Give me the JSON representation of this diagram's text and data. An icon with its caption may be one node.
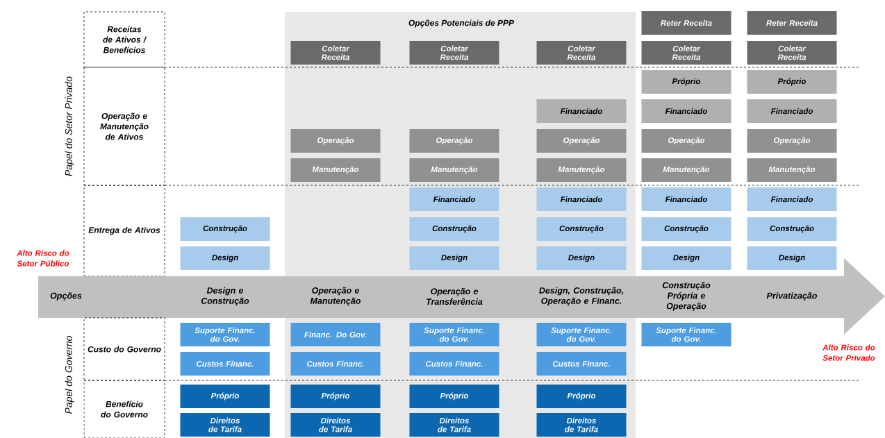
{
  "diagram": {
    "nodes": [
      {
        "text": [
          "Receitas de Ativos / Benefícios"
        ]
      },
      {
        "text": [
          "Opções Potenciais de PPP"
        ]
      },
      {
        "text": [
          "Reter Receita"
        ]
      },
      {
        "text": [
          "Reter Receita"
        ]
      },
      {
        "text": [
          "Coletar Receita"
        ],
        "in": 1
      },
      {
        "text": [
          "Coletar Receita"
        ],
        "in": 1
      },
      {
        "text": [
          "Coletar Receita"
        ],
        "in": 1
      },
      {
        "text": [
          "Coletar Receita"
        ]
      },
      {
        "text": [
          "Coletar Receita"
        ]
      },
      {
        "text": [
          "Operação e Manutenção de Ativos"
        ]
      },
      {
        "text": [
          "Próprio"
        ]
      },
      {
        "text": [
          "Próprio"
        ]
      },
      {
        "text": [
          "Financiado"
        ],
        "in": 1
      },
      {
        "text": [
          "Financiado"
        ]
      },
      {
        "text": [
          "Financiado"
        ]
      },
      {
        "text": [
          "Operação"
        ],
        "in": 1
      },
      {
        "text": [
          "Operação"
        ],
        "in": 1
      },
      {
        "text": [
          "Operação"
        ],
        "in": 1
      },
      {
        "text": [
          "Operação"
        ]
      },
      {
        "text": [
          "Operação"
        ]
      },
      {
        "text": [
          "Manutenção"
        ],
        "in": 1
      },
      {
        "text": [
          "Manutenção"
        ],
        "in": 1
      },
      {
        "text": [
          "Manutenção"
        ],
        "in": 1
      },
      {
        "text": [
          "Manutenção"
        ]
      },
      {
        "text": [
          "Manutenção"
        ]
      },
      {
        "text": [
          "Entrega de Ativos"
        ]
      },
      {
        "text": [
          "Financiado"
        ],
        "in": 1
      },
      {
        "text": [
          "Financiado"
        ],
        "in": 1
      },
      {
        "text": [
          "Financiado"
        ]
      },
      {
        "text": [
          "Financiado"
        ]
      },
      {
        "text": [
          "Construção"
        ]
      },
      {
        "text": [
          "Construção"
        ],
        "in": 1
      },
      {
        "text": [
          "Construção"
        ],
        "in": 1
      },
      {
        "text": [
          "Construção"
        ]
      },
      {
        "text": [
          "Construção"
        ]
      },
      {
        "text": [
          "Design"
        ]
      },
      {
        "text": [
          "Design"
        ],
        "in": 1
      },
      {
        "text": [
          "Design"
        ],
        "in": 1
      },
      {
        "text": [
          "Design"
        ]
      },
      {
        "text": [
          "Design"
        ]
      },
      {
        "text": [
          "Opções",
          "Design e Construção",
          "Operação e Manutenção",
          "Operação e Transferência",
          "Design, Construção, Operação e Financ.",
          "Construção Própria e Operação",
          "Privatização"
        ]
      },
      {
        "text": [
          "Custo do Governo"
        ]
      },
      {
        "text": [
          "Suporte Financ. do Gov."
        ]
      },
      {
        "text": [
          "Financ. Do Gov."
        ],
        "in": 1
      },
      {
        "text": [
          "Suporte Financ. do Gov."
        ],
        "in": 1
      },
      {
        "text": [
          "Suporte Financ. do Gov."
        ],
        "in": 1
      },
      {
        "text": [
          "Suporte Financ. do Gov."
        ]
      },
      {
        "text": [
          "Custos Financ."
        ]
      },
      {
        "text": [
          "Custos Financ."
        ],
        "in": 1
      },
      {
        "text": [
          "Custos Financ."
        ],
        "in": 1
      },
      {
        "text": [
          "Custos Financ."
        ],
        "in": 1
      },
      {
        "text": [
          "Benefício do Governo"
        ]
      },
      {
        "text": [
          "Próprio"
        ]
      },
      {
        "text": [
          "Próprio"
        ],
        "in": 1
      },
      {
        "text": [
          "Próprio"
        ],
        "in": 1
      },
      {
        "text": [
          "Próprio"
        ],
        "in": 1
      },
      {
        "text": [
          "Direitos de Tarifa"
        ]
      },
      {
        "text": [
          "Direitos de Tarifa"
        ],
        "in": 1
      },
      {
        "text": [
          "Direitos de Tarifa"
        ],
        "in": 1
      },
      {
        "text": [
          "Direitos de Tarifa"
        ],
        "in": 1
      }
    ],
    "labels": [
      "Papel do Setor Privado",
      "Alto Risco do Setor Público",
      "Papel do Governo",
      "Alto Risco do Setor Privado"
    ]
  }
}
